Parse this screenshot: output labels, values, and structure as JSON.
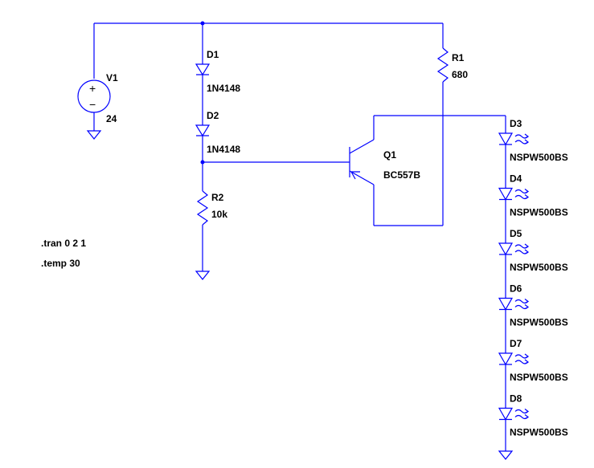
{
  "colors": {
    "wire": "#0000ff",
    "text": "#000000",
    "background": "#ffffff"
  },
  "source": {
    "name": "V1",
    "value": "24",
    "plus": "+",
    "minus": "−"
  },
  "diodes": [
    {
      "name": "D1",
      "model": "1N4148"
    },
    {
      "name": "D2",
      "model": "1N4148"
    }
  ],
  "resistors": [
    {
      "name": "R1",
      "value": "680"
    },
    {
      "name": "R2",
      "value": "10k"
    }
  ],
  "transistor": {
    "name": "Q1",
    "model": "BC557B"
  },
  "leds": [
    {
      "name": "D3",
      "model": "NSPW500BS"
    },
    {
      "name": "D4",
      "model": "NSPW500BS"
    },
    {
      "name": "D5",
      "model": "NSPW500BS"
    },
    {
      "name": "D6",
      "model": "NSPW500BS"
    },
    {
      "name": "D7",
      "model": "NSPW500BS"
    },
    {
      "name": "D8",
      "model": "NSPW500BS"
    }
  ],
  "directives": [
    ".tran 0 2 1",
    ".temp 30"
  ]
}
